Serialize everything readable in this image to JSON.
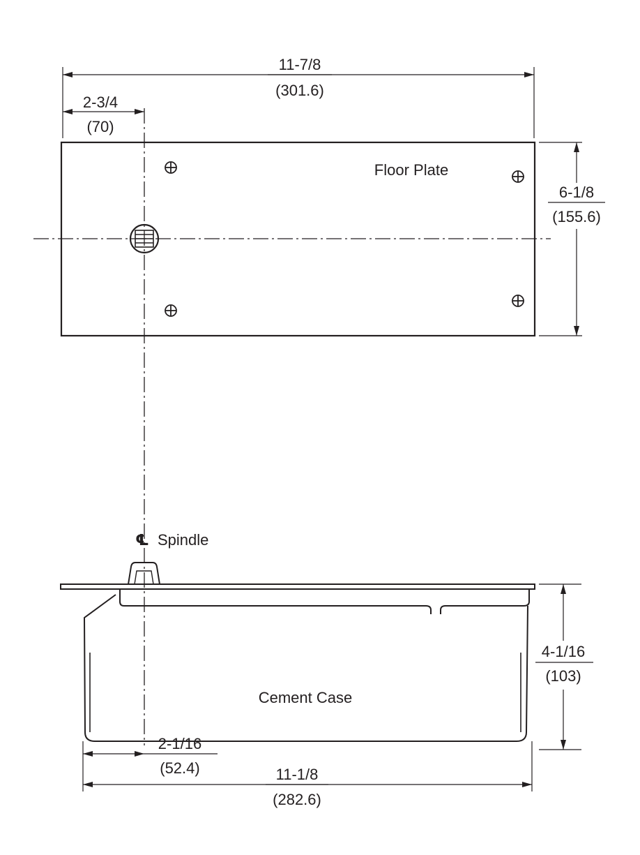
{
  "floor_plate": {
    "label": "Floor Plate",
    "overall_width": {
      "in": "11-7/8",
      "mm": "(301.6)"
    },
    "spindle_offset": {
      "in": "2-3/4",
      "mm": "(70)"
    },
    "depth": {
      "in": "6-1/8",
      "mm": "(155.6)"
    }
  },
  "spindle": {
    "symbol": "℄",
    "label": "Spindle"
  },
  "cement_case": {
    "label": "Cement Case",
    "height": {
      "in": "4-1/16",
      "mm": "(103)"
    },
    "spindle_offset": {
      "in": "2-1/16",
      "mm": "(52.4)"
    },
    "overall_width": {
      "in": "11-1/8",
      "mm": "(282.6)"
    }
  },
  "colors": {
    "ink": "#231f20",
    "background": "#ffffff"
  }
}
